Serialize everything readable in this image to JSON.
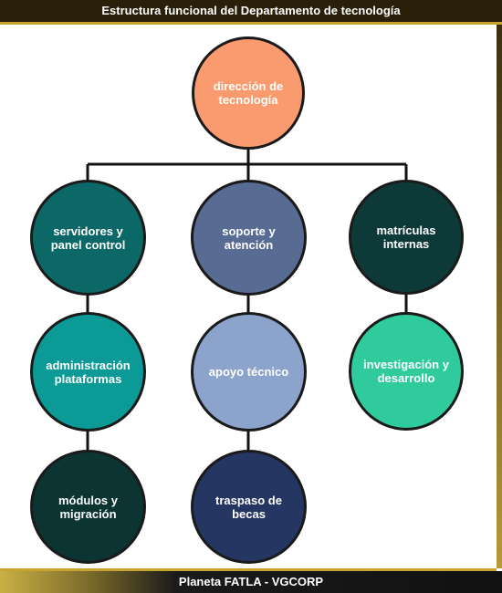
{
  "header": {
    "title": "Estructura funcional del Departamento de tecnología"
  },
  "footer": {
    "text": "Planeta FATLA - VGCORP"
  },
  "nodes": {
    "direccion": {
      "label": "dirección de tecnología",
      "color": "#f99b6e"
    },
    "servidores": {
      "label": "servidores y panel control",
      "color": "#0c6866"
    },
    "soporte": {
      "label": "soporte y atención",
      "color": "#586b93"
    },
    "matriculas": {
      "label": "matrículas internas",
      "color": "#0d3a38"
    },
    "administracion": {
      "label": "administración plataformas",
      "color": "#0b9a96"
    },
    "apoyo": {
      "label": "apoyo técnico",
      "color": "#8ca3cc"
    },
    "investigacion": {
      "label": "investigación y desarrollo",
      "color": "#2fcb9c"
    },
    "modulos": {
      "label": "módulos y migración",
      "color": "#0c3432"
    },
    "traspaso": {
      "label": "traspaso de becas",
      "color": "#253662"
    }
  }
}
